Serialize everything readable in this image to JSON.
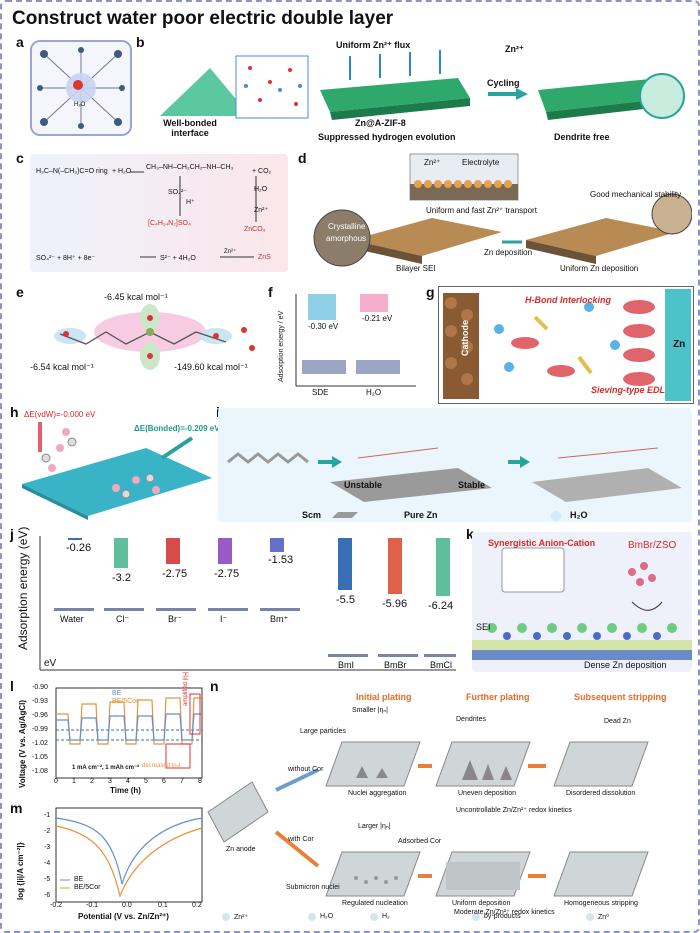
{
  "title": "Construct water poor electric double layer",
  "labels": {
    "a": "a",
    "b": "b",
    "c": "c",
    "d": "d",
    "e": "e",
    "f": "f",
    "g": "g",
    "h": "h",
    "i": "i",
    "j": "j",
    "k": "k",
    "l": "l",
    "m": "m",
    "n": "n"
  },
  "a": {
    "h2o": "H₂O"
  },
  "b": {
    "uniform_flux": "Uniform Zn²⁺ flux",
    "zn": "Zn²⁺",
    "cycling": "Cycling",
    "material": "Zn@A-ZIF-8",
    "caption1": "Well-bonded interface",
    "caption2": "Suppressed hydrogen evolution",
    "caption3": "Dendrite free"
  },
  "c": {
    "reactant1": "H₃C–N(–CH₃)C=O ring",
    "plus1": "+ H₂O",
    "product1": "CH₃–NH–CH₂CH₂–NH–CH₃",
    "co2": "+ CO₂",
    "so4": "SO₄²⁻",
    "hplus": "H⁺",
    "h2o": "H₂O",
    "zn2": "Zn²⁺",
    "salt": "[C₄H₁₄N₂]SO₄",
    "znco3": "ZnCO₃",
    "eq2_left": "SO₄²⁻ + 8H⁺ + 8e⁻",
    "eq2_mid": "S²⁻ + 4H₂O",
    "eq2_zn": "Zn²⁺",
    "zns": "ZnS"
  },
  "d": {
    "zn": "Zn²⁺",
    "electrolyte": "Electrolyte",
    "transport": "Uniform and fast Zn²⁺ transport",
    "stability": "Good mechanical stability",
    "crystalline": "Crystalline",
    "amorphous": "amorphous",
    "sei": "Bilayer SEI",
    "deposition": "Zn deposition",
    "uniform": "Uniform Zn deposition"
  },
  "e": {
    "v1": "-6.45 kcal mol⁻¹",
    "v2": "-6.54 kcal mol⁻¹",
    "v3": "-149.60 kcal mol⁻¹"
  },
  "f": {
    "ylabel": "Adsorption energy / eV",
    "v1": "-0.30 eV",
    "v2": "-0.21 eV",
    "x1": "SDE",
    "x2": "H₂O"
  },
  "g": {
    "hbond": "H-Bond Interlocking",
    "sieve": "Sieving-type EDL",
    "cathode": "Cathode",
    "zn": "Zn"
  },
  "h": {
    "e1": "ΔE(vdW)=-0.000 eV",
    "e2": "ΔE(Bonded)=-0.209 eV"
  },
  "i": {
    "unstable": "Unstable",
    "stable": "Stable",
    "scm": "Scm",
    "purezn": "Pure Zn",
    "h2o": "H₂O"
  },
  "j": {
    "ylabel": "Adsorption energy (eV)",
    "unit": "eV",
    "values": [
      "-0.26",
      "-3.2",
      "-2.75",
      "-2.75",
      "-1.53",
      "-5.5",
      "-5.96",
      "-6.24"
    ],
    "species": [
      "Water",
      "Cl⁻",
      "Br⁻",
      "I⁻",
      "Bm⁺",
      "BmI",
      "BmBr",
      "BmCl"
    ]
  },
  "k": {
    "synergy": "Synergistic Anion-Cation",
    "title": "BmBr/ZSO",
    "sei": "SEI",
    "dense": "Dense Zn deposition"
  },
  "l": {
    "ylabel": "Voltage (V vs. Ag/AgCl)",
    "xlabel": "Time (h)",
    "yticks": [
      "-0.90",
      "-0.93",
      "-0.96",
      "-0.99",
      "-1.02",
      "-1.05",
      "-1.08"
    ],
    "xticks": [
      "0",
      "1",
      "2",
      "3",
      "4",
      "5",
      "6",
      "7",
      "8"
    ],
    "legend": [
      "BE",
      "BE/5Cor"
    ],
    "cond": "1 mA cm⁻², 1 mAh cm⁻²",
    "amplified": "amplified |ηₙ|",
    "decreased": "decreased |ηₙ|"
  },
  "m": {
    "ylabel": "log {|i|/A cm⁻²|}",
    "xlabel": "Potential (V vs. Zn/Zn²⁺)",
    "yticks": [
      "-1",
      "-2",
      "-3",
      "-4",
      "-5",
      "-6"
    ],
    "xticks": [
      "-0.2",
      "-0.1",
      "0.0",
      "0.1",
      "0.2"
    ],
    "legend": [
      "BE",
      "BE/5Cor"
    ]
  },
  "n": {
    "initial": "Initial plating",
    "further": "Further plating",
    "subsequent": "Subsequent stripping",
    "smaller": "Smaller |ηₙ|",
    "large": "Large particles",
    "dendrites": "Dendrites",
    "deadzn": "Dead Zn",
    "without": "without Cor",
    "with": "with Cor",
    "nuclei_agg": "Nuclei aggregation",
    "uneven": "Uneven deposition",
    "disordered": "Disordered dissolution",
    "uncontrollable": "Uncontrollable Zn/Zn²⁺ redox kinetics",
    "znanode": "Zn anode",
    "larger": "Larger |ηₙ|",
    "adsorbed": "Adsorbed Cor",
    "submicron": "Submicron nuclei",
    "regulated": "Regulated nucleation",
    "uniform": "Uniform deposition",
    "homogeneous": "Homogeneous stripping",
    "moderate": "Moderate Zn/Zn²⁺ redox kinetics",
    "legend": [
      "Zn²⁺",
      "H₂O",
      "H₂",
      "by-products",
      "Zn⁰"
    ]
  }
}
